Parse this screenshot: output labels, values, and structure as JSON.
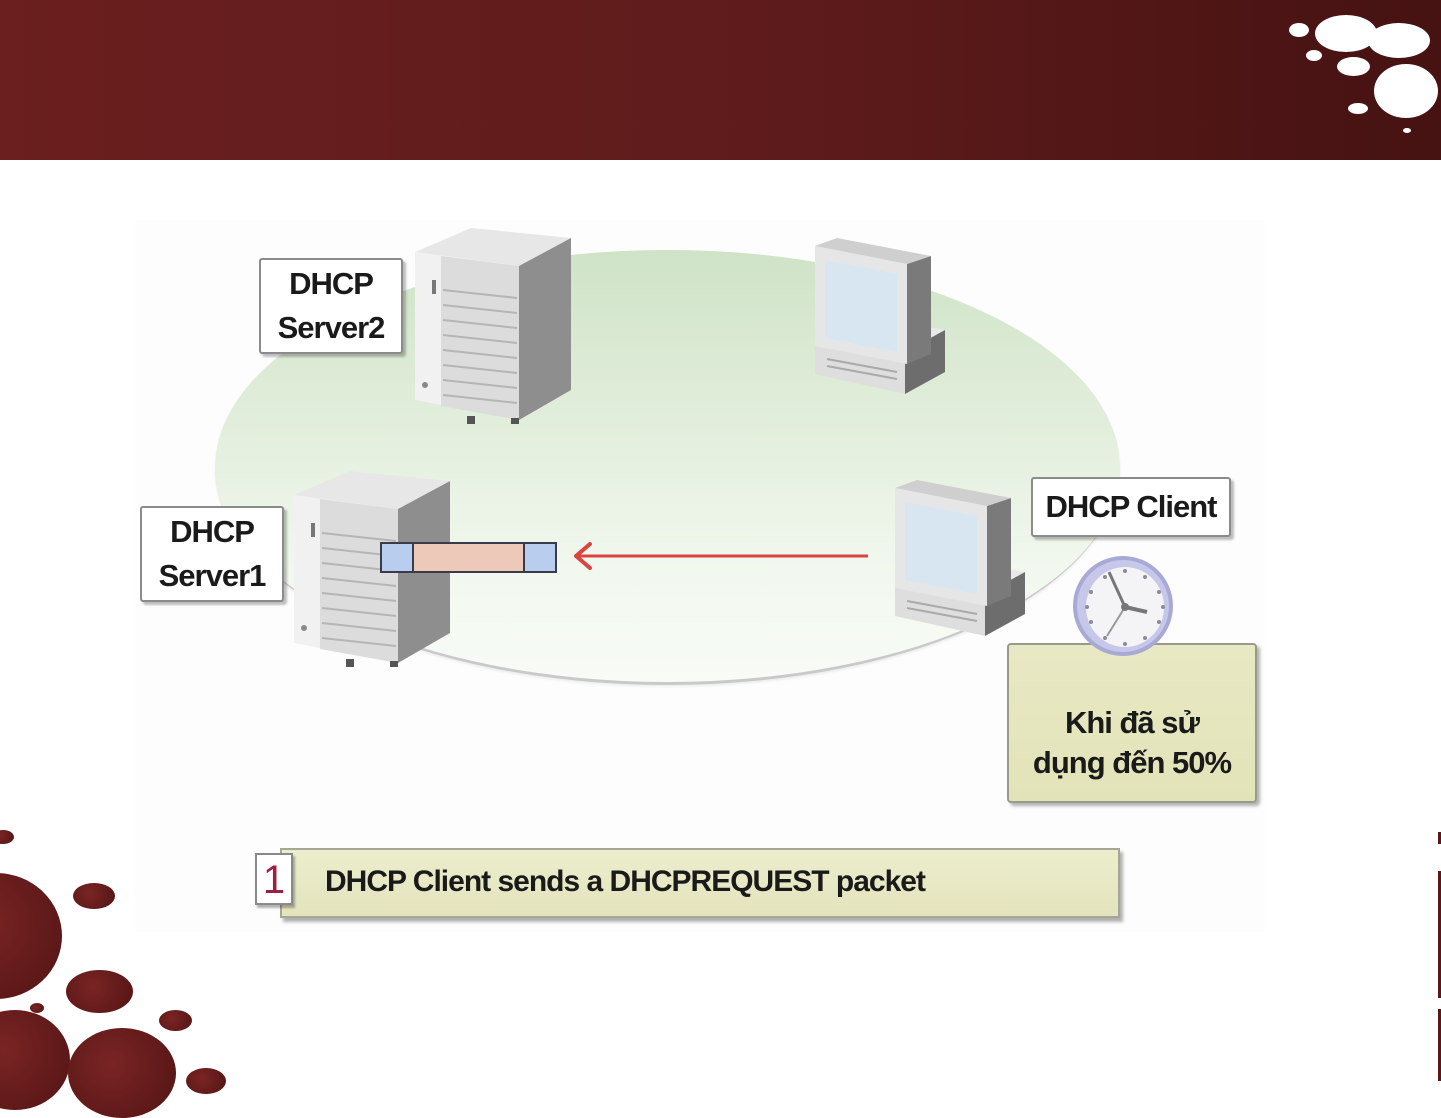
{
  "slide": {
    "header": {
      "color": "#5e1b1b",
      "accent": "#ffffff"
    },
    "diagram": {
      "nodes": [
        {
          "id": "server2",
          "type": "server",
          "label_line1": "DHCP",
          "label_line2": "Server2"
        },
        {
          "id": "server1",
          "type": "server",
          "label_line1": "DHCP",
          "label_line2": "Server1"
        },
        {
          "id": "pc-other",
          "type": "workstation",
          "label": ""
        },
        {
          "id": "client",
          "type": "workstation",
          "label": "DHCP Client"
        }
      ],
      "packet": {
        "from": "client",
        "to": "server1",
        "arrow_color": "#d9453f"
      },
      "note": {
        "line1": "Khi đã sử",
        "line2": "dụng đến 50%"
      },
      "step": {
        "number": "1",
        "text": "DHCP Client sends a DHCPREQUEST packet"
      }
    }
  }
}
